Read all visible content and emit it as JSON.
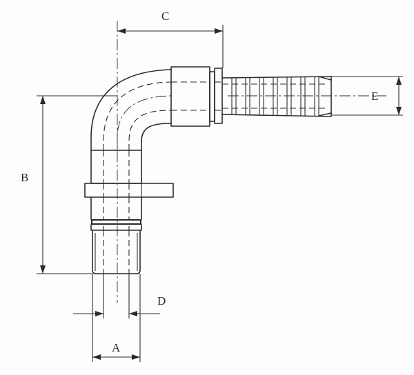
{
  "diagram": {
    "labels": {
      "A": "A",
      "B": "B",
      "C": "C",
      "D": "D",
      "E": "E"
    },
    "colors": {
      "line": "#2a2a2a",
      "background": "#fdfdfd"
    }
  }
}
